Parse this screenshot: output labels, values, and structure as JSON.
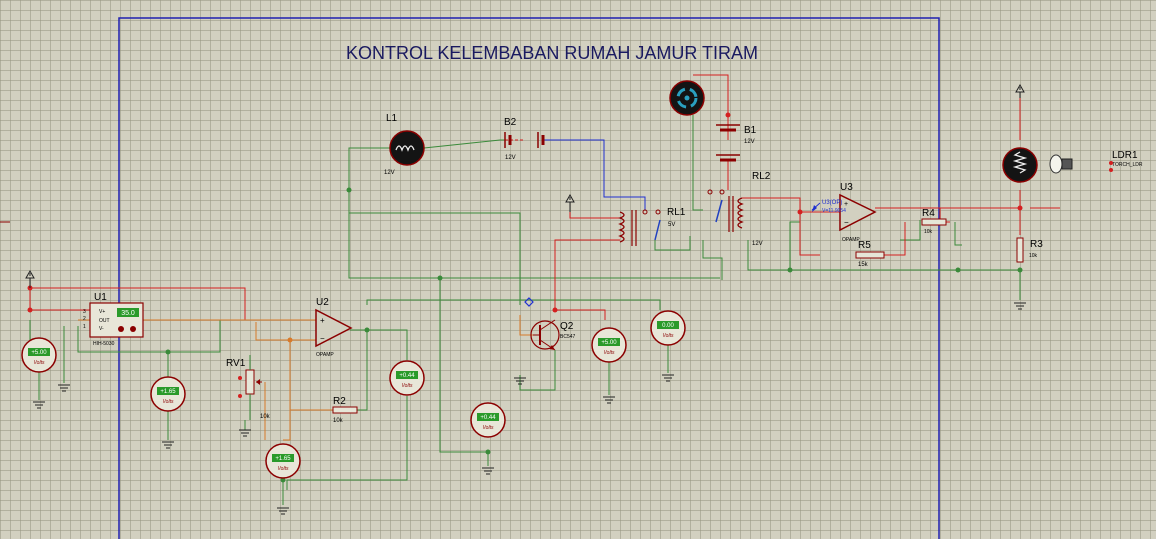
{
  "title": "KONTROL KELEMBABAN RUMAH JAMUR TIRAM",
  "components": {
    "L1": {
      "ref": "L1",
      "value": "12V"
    },
    "B2": {
      "ref": "B2",
      "value": "12V"
    },
    "B1": {
      "ref": "B1",
      "value": "12V"
    },
    "RL1": {
      "ref": "RL1",
      "value": "5V"
    },
    "RL2": {
      "ref": "RL2",
      "value": "12V"
    },
    "U3": {
      "ref": "U3",
      "type": "OPAMP",
      "probe": "U3(OP)",
      "probe_value": "V=11.9054"
    },
    "U1": {
      "ref": "U1",
      "pin1": "V+",
      "pin2": "OUT",
      "pin3": "V-",
      "pinnum1": "3",
      "pinnum2": "2",
      "pinnum3": "1",
      "display": "35.0",
      "part": "HIH-5030"
    },
    "U2": {
      "ref": "U2",
      "type": "OPAMP"
    },
    "RV1": {
      "ref": "RV1",
      "value": "10k"
    },
    "R2": {
      "ref": "R2",
      "value": "10k"
    },
    "Q2": {
      "ref": "Q2",
      "part": "BC547"
    },
    "R3": {
      "ref": "R3",
      "value": "10k"
    },
    "R4": {
      "ref": "R4",
      "value": "10k"
    },
    "R5": {
      "ref": "R5",
      "value": "15k"
    },
    "LDR1": {
      "ref": "LDR1",
      "part": "TORCH_LDR"
    }
  },
  "voltmeters": {
    "unit": "Volts",
    "vm1": "+5.00",
    "vm2": "+1.65",
    "vm3": "+1.65",
    "vm4": "+0.44",
    "vm5": "+0.44",
    "vm6": "+5.00",
    "vm7": "0.00"
  },
  "colors": {
    "background": "#d2d0c0",
    "grid": "#9b9b85",
    "frame": "#2020b0",
    "wire_green": "#3a8a3a",
    "wire_red": "#d42020",
    "wire_orange": "#d77a2a",
    "wire_blue": "#2030d0",
    "component": "#8b0000",
    "meter_display": "#2a9a2a"
  }
}
